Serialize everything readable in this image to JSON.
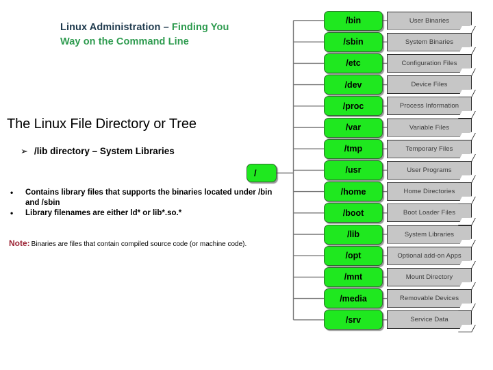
{
  "slide": {
    "title_part_a": "Linux Administration – ",
    "title_part_b": "Finding You Way on the Command Line",
    "title_color_a": "#1f3a4d",
    "title_color_b": "#2e9b4f",
    "section_heading": "The Linux File Directory or Tree",
    "arrow_bullet_glyph": "➢",
    "arrow_bullet_text": "/lib directory – System Libraries",
    "dot_bullets": [
      "Contains library files that supports the binaries located under /bin and /sbin",
      "Library filenames are either ld* or lib*.so.*"
    ],
    "note_label": "Note:",
    "note_text": "Binaries are files that contain compiled source code (or machine code).",
    "note_label_color": "#9b2233"
  },
  "tree": {
    "root_label": "/",
    "node_fill": "#1fe81f",
    "node_stroke": "#2f6b2f",
    "note_fill": "#c6c6c6",
    "note_stroke": "#2b2b2b",
    "connector_color": "#777777",
    "nodes": [
      {
        "dir": "/bin",
        "desc": "User Binaries"
      },
      {
        "dir": "/sbin",
        "desc": "System Binaries"
      },
      {
        "dir": "/etc",
        "desc": "Configuration Files"
      },
      {
        "dir": "/dev",
        "desc": "Device Files"
      },
      {
        "dir": "/proc",
        "desc": "Process Information"
      },
      {
        "dir": "/var",
        "desc": "Variable Files"
      },
      {
        "dir": "/tmp",
        "desc": "Temporary Files"
      },
      {
        "dir": "/usr",
        "desc": "User Programs"
      },
      {
        "dir": "/home",
        "desc": "Home Directories"
      },
      {
        "dir": "/boot",
        "desc": "Boot Loader Files"
      },
      {
        "dir": "/lib",
        "desc": "System Libraries"
      },
      {
        "dir": "/opt",
        "desc": "Optional add-on Apps"
      },
      {
        "dir": "/mnt",
        "desc": "Mount Directory"
      },
      {
        "dir": "/media",
        "desc": "Removable Devices"
      },
      {
        "dir": "/srv",
        "desc": "Service Data"
      }
    ]
  }
}
